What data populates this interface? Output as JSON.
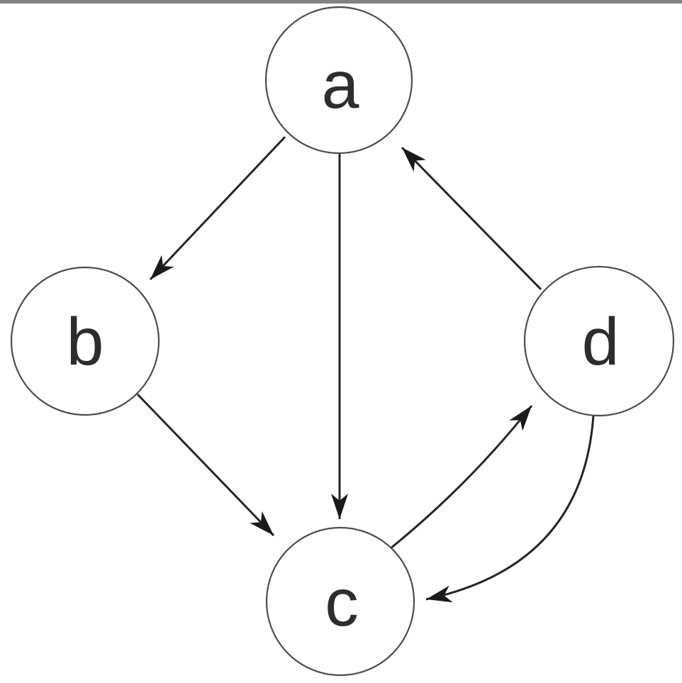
{
  "diagram": {
    "type": "directed-graph",
    "description": "Four-node directed graph diagram on white background with gray top border bar",
    "top_bar_color": "#828282",
    "colors": {
      "background": "#ffffff",
      "node_fill": "#ffffff",
      "node_stroke": "#4d4d4d",
      "edge_stroke": "#262626",
      "arrowhead_fill": "#1a1a1a",
      "label_color": "#2d2d2d"
    },
    "nodes": [
      {
        "id": "a",
        "label": "a",
        "position": "top-center"
      },
      {
        "id": "b",
        "label": "b",
        "position": "middle-left"
      },
      {
        "id": "c",
        "label": "c",
        "position": "bottom-center"
      },
      {
        "id": "d",
        "label": "d",
        "position": "middle-right"
      }
    ],
    "edges": [
      {
        "from": "a",
        "to": "b",
        "shape": "straight"
      },
      {
        "from": "a",
        "to": "c",
        "shape": "straight"
      },
      {
        "from": "b",
        "to": "c",
        "shape": "straight"
      },
      {
        "from": "c",
        "to": "d",
        "shape": "slight-curve"
      },
      {
        "from": "d",
        "to": "a",
        "shape": "straight"
      },
      {
        "from": "d",
        "to": "c",
        "shape": "curved"
      }
    ]
  }
}
